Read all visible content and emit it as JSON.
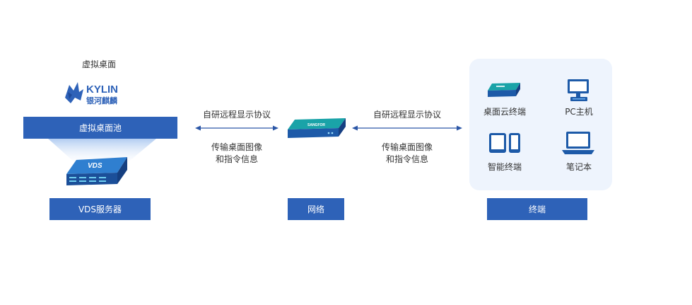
{
  "left": {
    "caption": "虚拟桌面",
    "logo_text": "KYLIN",
    "logo_subtext": "银河麒麟",
    "pool_label": "虚拟桌面池",
    "server_badge": "VDS",
    "server_label": "VDS服务器"
  },
  "link_left": {
    "protocol": "自研远程显示协议",
    "transfer_line1": "传输桌面图像",
    "transfer_line2": "和指令信息"
  },
  "network": {
    "device_text": "SANGFOR",
    "label": "网络"
  },
  "link_right": {
    "protocol": "自研远程显示协议",
    "transfer_line1": "传输桌面图像",
    "transfer_line2": "和指令信息"
  },
  "terminals": {
    "label": "终端",
    "items": [
      {
        "label": "桌面云终端",
        "icon": "cloud-terminal-icon"
      },
      {
        "label": "PC主机",
        "icon": "pc-icon"
      },
      {
        "label": "智能终端",
        "icon": "smart-device-icon"
      },
      {
        "label": "笔记本",
        "icon": "laptop-icon"
      }
    ]
  },
  "colors": {
    "primary": "#2e62b8",
    "teal": "#1aa3a8",
    "panel": "#eef4fd",
    "arrow": "#2b56a6"
  }
}
